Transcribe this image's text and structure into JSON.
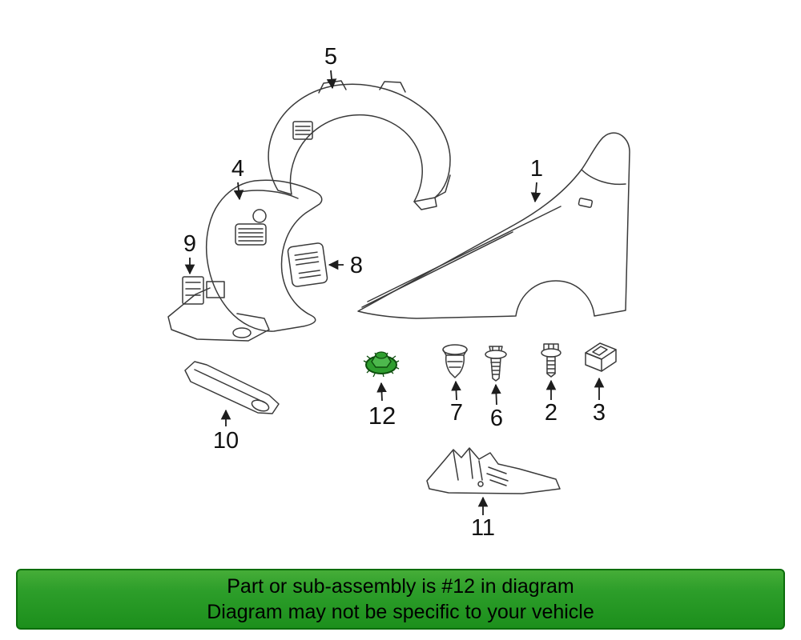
{
  "diagram": {
    "description": "Exploded parts diagram of a front fender assembly with numbered callouts",
    "highlight": {
      "part_number": "12",
      "color": "#2f9e2f",
      "outline": "#0d4d0d",
      "inner_color": "#4db84d"
    }
  },
  "callouts": [
    {
      "number": "1"
    },
    {
      "number": "2"
    },
    {
      "number": "3"
    },
    {
      "number": "4"
    },
    {
      "number": "5"
    },
    {
      "number": "6"
    },
    {
      "number": "7"
    },
    {
      "number": "8"
    },
    {
      "number": "9"
    },
    {
      "number": "10"
    },
    {
      "number": "11"
    },
    {
      "number": "12"
    }
  ],
  "banner": {
    "line1": "Part or sub-assembly is #12 in diagram",
    "line2": "Diagram may not be specific to your vehicle",
    "background": "#2d9e2a",
    "border": "#0b6d0b",
    "text_color": "#000000"
  }
}
